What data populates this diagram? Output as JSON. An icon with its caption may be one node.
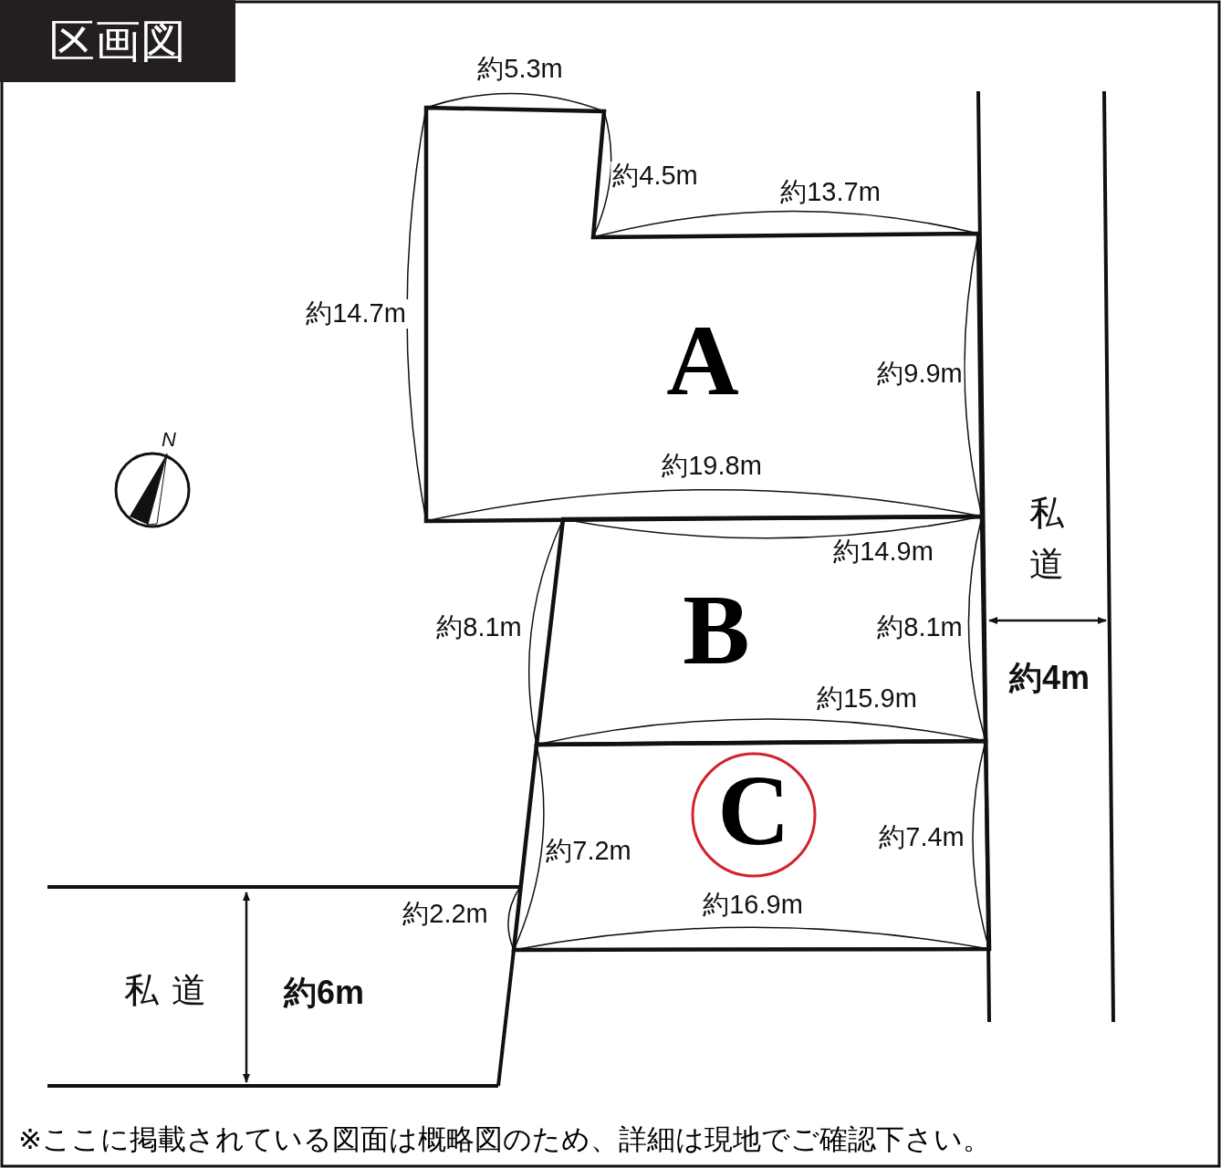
{
  "diagram": {
    "title": "区画図",
    "caption": "※ここに掲載されている図面は概略図のため、詳細は現地でご確認下さい。",
    "nodes": [
      {
        "text": [
          "A"
        ]
      },
      {
        "text": [
          "B"
        ]
      },
      {
        "text": [
          "C"
        ]
      }
    ],
    "labels": [
      "約5.3m",
      "約4.5m",
      "約13.7m",
      "約14.7m",
      "約9.9m",
      "N",
      "約19.8m",
      "私道",
      "約14.9m",
      "約8.1m",
      "約8.1m",
      "約4m",
      "約15.9m",
      "約7.4m",
      "約7.2m",
      "約16.9m",
      "約2.2m",
      "私道",
      "約6m"
    ]
  }
}
